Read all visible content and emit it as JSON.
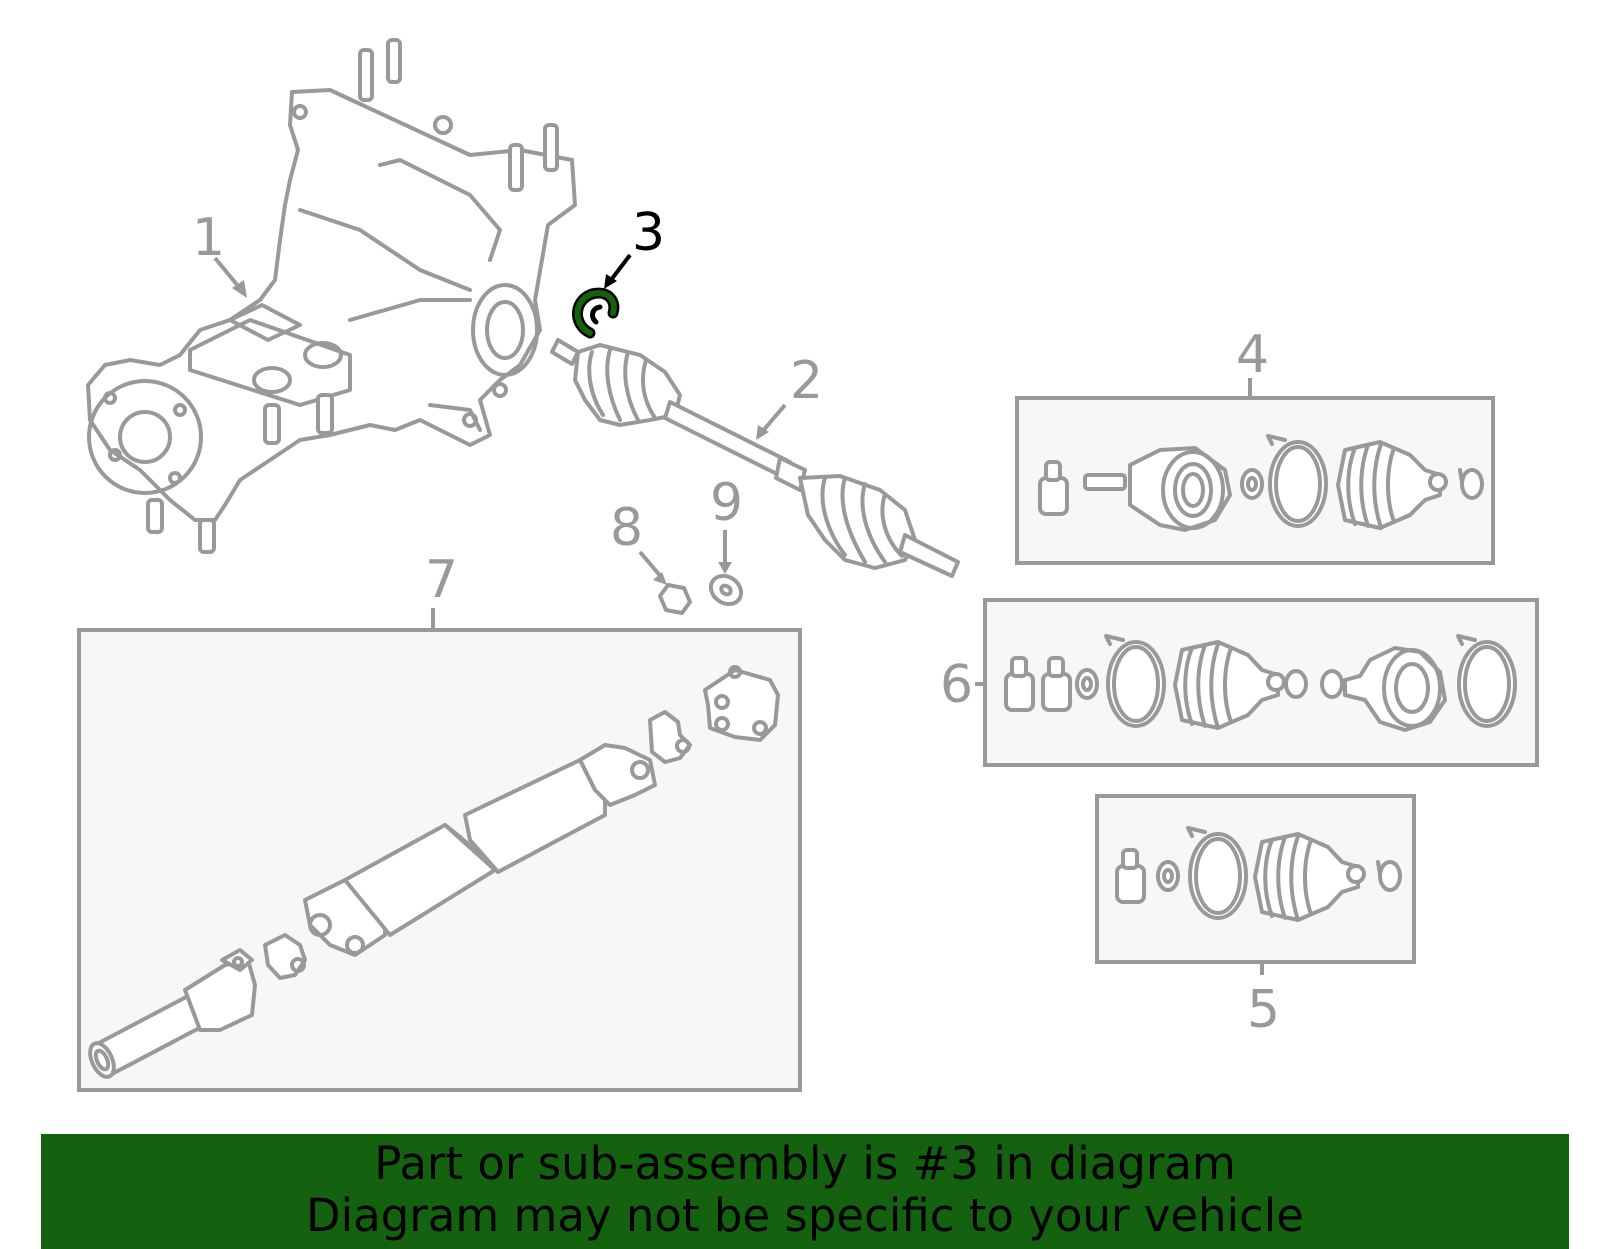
{
  "callouts": {
    "c1": "1",
    "c2": "2",
    "c3": "3",
    "c4": "4",
    "c5": "5",
    "c6": "6",
    "c7": "7",
    "c8": "8",
    "c9": "9"
  },
  "highlighted_part": "3",
  "colors": {
    "line": "#999999",
    "highlight": "#14620f",
    "box_fill": "#f7f7f7",
    "banner": "#14620f"
  },
  "banner": {
    "line1": "Part or sub-assembly is #3 in diagram",
    "line2": "Diagram may not be specific to your vehicle"
  }
}
